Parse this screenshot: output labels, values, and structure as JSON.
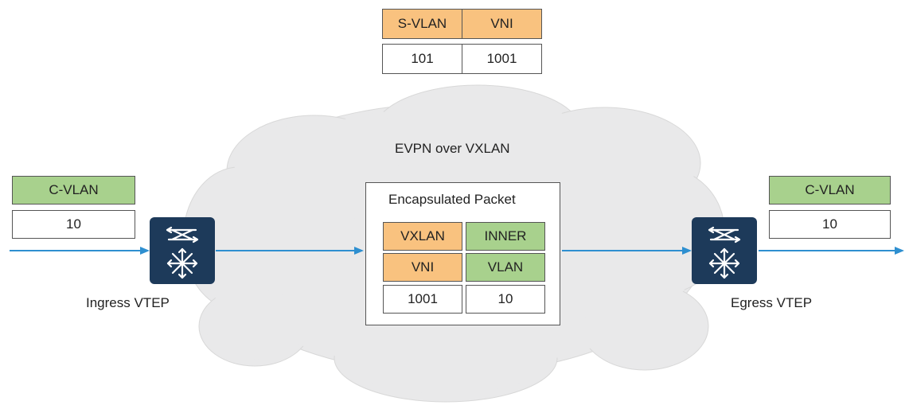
{
  "colors": {
    "key_fill": "#f9c27f",
    "value_fill": "#a8d18d",
    "switch_fill": "#1d3a5a",
    "arrow": "#2e8fd0",
    "cloud": "#e9e9ea"
  },
  "top_table": {
    "headers": [
      "S-VLAN",
      "VNI"
    ],
    "values": [
      "101",
      "1001"
    ]
  },
  "cloud_label": "EVPN over VXLAN",
  "left_table": {
    "header": "C-VLAN",
    "value": "10"
  },
  "right_table": {
    "header": "C-VLAN",
    "value": "10"
  },
  "packet": {
    "title": "Encapsulated Packet",
    "rows": [
      [
        "VXLAN",
        "INNER"
      ],
      [
        "VNI",
        "VLAN"
      ],
      [
        "1001",
        "10"
      ]
    ]
  },
  "ingress_label": "Ingress VTEP",
  "egress_label": "Egress VTEP",
  "icons": [
    "switch-icon",
    "arrow-icon"
  ]
}
